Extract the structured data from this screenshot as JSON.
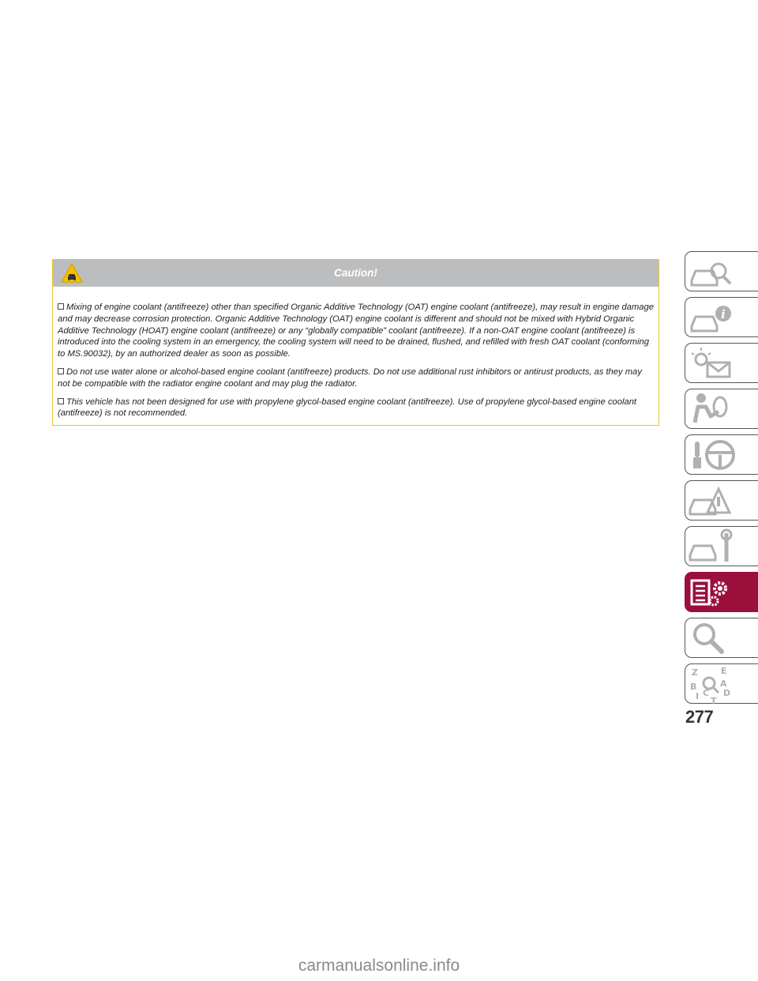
{
  "caution": {
    "title": "Caution!",
    "paragraphs": [
      "Mixing of engine coolant (antifreeze) other than specified Organic Additive Technology (OAT) engine coolant (antifreeze), may result in engine damage and may decrease corrosion protection. Organic Additive Technology (OAT) engine coolant is different and should not be mixed with Hybrid Organic Additive Technology (HOAT) engine coolant (antifreeze) or any “globally compatible” coolant (antifreeze). If a non-OAT engine coolant (antifreeze) is introduced into the cooling system in an emergency, the cooling system will need to be drained, flushed, and refilled with fresh OAT coolant (conforming to MS.90032), by an authorized dealer as soon as possible.",
      "Do not use water alone or alcohol-based engine coolant (antifreeze) products. Do not use additional rust inhibitors or antirust products, as they may not be compatible with the radiator engine coolant and may plug the radiator.",
      "This vehicle has not been designed for use with propylene glycol-based engine coolant (antifreeze). Use of propylene glycol-based engine coolant (antifreeze) is not recommended."
    ]
  },
  "side_tabs": [
    {
      "icon": "car-search-icon"
    },
    {
      "icon": "car-info-icon"
    },
    {
      "icon": "warning-lights-icon"
    },
    {
      "icon": "airbag-person-icon"
    },
    {
      "icon": "steering-wheel-icon"
    },
    {
      "icon": "car-emergency-icon"
    },
    {
      "icon": "car-maintenance-icon"
    },
    {
      "icon": "technical-specs-icon",
      "active": true
    },
    {
      "icon": "magnifier-icon"
    },
    {
      "icon": "alphabetical-index-icon",
      "letters": [
        "Z",
        "E",
        "B",
        "A",
        "I",
        "C",
        "D",
        "T"
      ]
    }
  ],
  "colors": {
    "accent": "#9b0f3c",
    "caution_header": "#bcbdbf",
    "caution_border": "#e8c42c"
  },
  "page_number": "277",
  "watermark": "carmanualsonline.info"
}
